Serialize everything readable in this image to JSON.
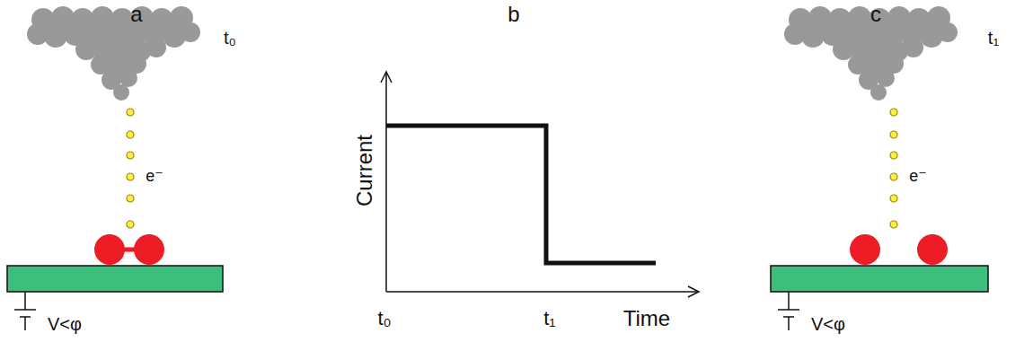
{
  "diagram": {
    "labels": [
      "a",
      "t₀",
      "e⁻",
      "V<φ",
      "b",
      "Current",
      "t₀",
      "t₁",
      "Time",
      "c",
      "t₁",
      "e⁻",
      "V<φ"
    ]
  }
}
